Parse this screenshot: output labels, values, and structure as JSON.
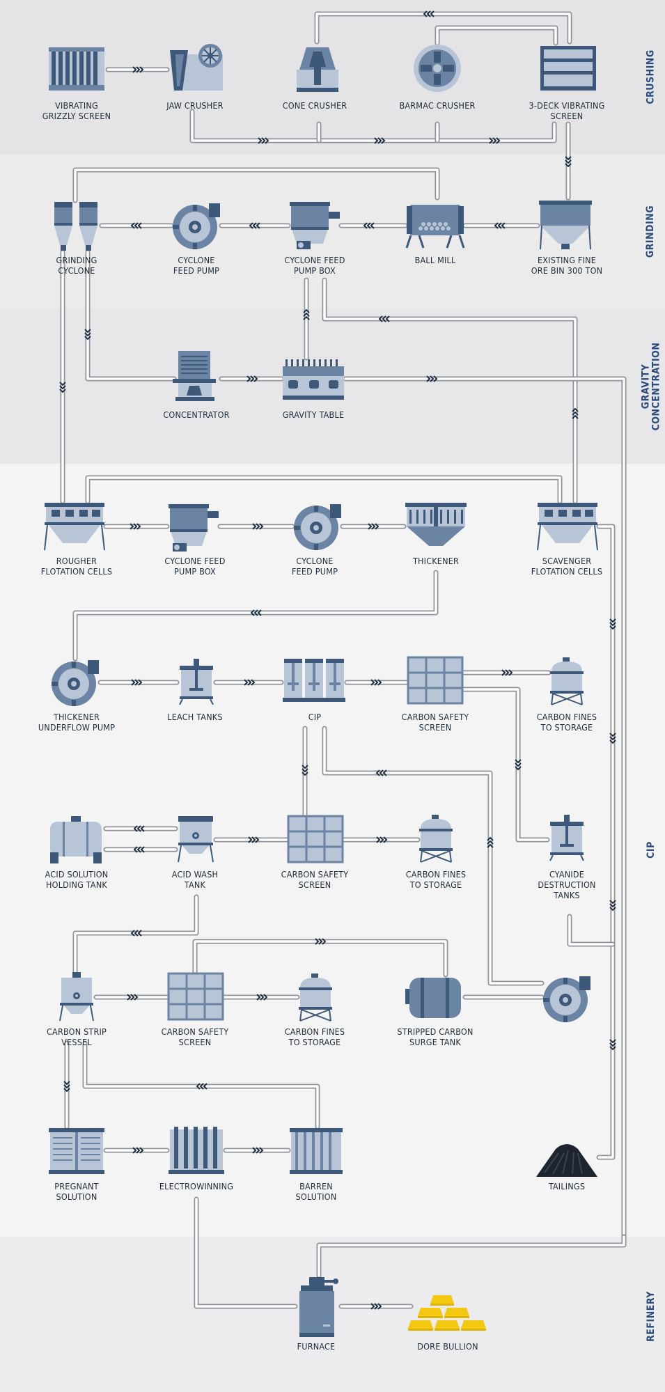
{
  "sections": {
    "crushing": "CRUSHING",
    "grinding": "GRINDING",
    "gravity": "GRAVITY\nCONCENTRATION",
    "cip": "CIP",
    "refinery": "REFINERY"
  },
  "colors": {
    "band_crushing": "#e4e4e6",
    "band_grinding": "#ebebec",
    "band_gravity": "#e7e7e9",
    "band_main": "#f4f4f5",
    "equipment_dark": "#3d5878",
    "equipment_mid": "#6b84a3",
    "equipment_light": "#b7c5d6",
    "pipe": "#8f9299",
    "label": "#1d2b3a",
    "section_label": "#2a4b7c",
    "gold": "#f2c811"
  },
  "equipment": {
    "vibrating_grizzly_screen": {
      "label": "VIBRATING\nGRIZZLY SCREEN",
      "icon": "screen-icon"
    },
    "jaw_crusher": {
      "label": "JAW CRUSHER",
      "icon": "jaw-crusher-icon"
    },
    "cone_crusher": {
      "label": "CONE CRUSHER",
      "icon": "cone-crusher-icon"
    },
    "barmac_crusher": {
      "label": "BARMAC CRUSHER",
      "icon": "barmac-crusher-icon"
    },
    "three_deck_screen": {
      "label": "3-DECK VIBRATING\nSCREEN",
      "icon": "screen-icon"
    },
    "grinding_cyclone": {
      "label": "GRINDING\nCYCLONE",
      "icon": "cyclone-icon"
    },
    "cyclone_feed_pump_1": {
      "label": "CYCLONE\nFEED PUMP",
      "icon": "pump-icon"
    },
    "cyclone_feed_pump_box_1": {
      "label": "CYCLONE FEED\nPUMP BOX",
      "icon": "pump-box-icon"
    },
    "ball_mill": {
      "label": "BALL MILL",
      "icon": "ball-mill-icon"
    },
    "fine_ore_bin": {
      "label": "EXISTING FINE\nORE BIN 300 TON",
      "icon": "ore-bin-icon"
    },
    "concentrator": {
      "label": "CONCENTRATOR",
      "icon": "concentrator-icon"
    },
    "gravity_table": {
      "label": "GRAVITY TABLE",
      "icon": "gravity-table-icon"
    },
    "rougher_flotation": {
      "label": "ROUGHER\nFLOTATION CELLS",
      "icon": "flotation-cells-icon"
    },
    "cyclone_feed_pump_box_2": {
      "label": "CYCLONE FEED\nPUMP BOX",
      "icon": "pump-box-icon"
    },
    "cyclone_feed_pump_2": {
      "label": "CYCLONE\nFEED PUMP",
      "icon": "pump-icon"
    },
    "thickener": {
      "label": "THICKENER",
      "icon": "thickener-icon"
    },
    "scavenger_flotation": {
      "label": "SCAVENGER\nFLOTATION CELLS",
      "icon": "flotation-cells-icon"
    },
    "thickener_underflow_pump": {
      "label": "THICKENER\nUNDERFLOW PUMP",
      "icon": "pump-icon"
    },
    "leach_tanks": {
      "label": "LEACH TANKS",
      "icon": "leach-tank-icon"
    },
    "cip": {
      "label": "CIP",
      "icon": "cip-tanks-icon"
    },
    "carbon_safety_screen_1": {
      "label": "CARBON SAFETY\nSCREEN",
      "icon": "safety-screen-icon"
    },
    "carbon_fines_1": {
      "label": "CARBON FINES\nTO STORAGE",
      "icon": "storage-tank-icon"
    },
    "acid_solution_tank": {
      "label": "ACID SOLUTION\nHOLDING TANK",
      "icon": "horizontal-tank-icon"
    },
    "acid_wash_tank": {
      "label": "ACID WASH\nTANK",
      "icon": "wash-tank-icon"
    },
    "carbon_safety_screen_2": {
      "label": "CARBON SAFETY\nSCREEN",
      "icon": "safety-screen-icon"
    },
    "carbon_fines_2": {
      "label": "CARBON FINES\nTO STORAGE",
      "icon": "storage-tank-icon"
    },
    "cyanide_destruction": {
      "label": "CYANIDE\nDESTRUCTION\nTANKS",
      "icon": "agitator-tank-icon"
    },
    "carbon_strip_vessel": {
      "label": "CARBON STRIP\nVESSEL",
      "icon": "strip-vessel-icon"
    },
    "carbon_safety_screen_3": {
      "label": "CARBON SAFETY\nSCREEN",
      "icon": "safety-screen-icon"
    },
    "carbon_fines_3": {
      "label": "CARBON FINES\nTO STORAGE",
      "icon": "storage-tank-icon"
    },
    "stripped_carbon_tank": {
      "label": "STRIPPED CARBON\nSURGE TANK",
      "icon": "horizontal-tank-icon"
    },
    "pregnant_solution": {
      "label": "PREGNANT\nSOLUTION",
      "icon": "solution-tank-icon"
    },
    "electrowinning": {
      "label": "ELECTROWINNING",
      "icon": "electrowinning-icon"
    },
    "barren_solution": {
      "label": "BARREN\nSOLUTION",
      "icon": "solution-tank-icon"
    },
    "tailings": {
      "label": "TAILINGS",
      "icon": "tailings-pile-icon"
    },
    "furnace": {
      "label": "FURNACE",
      "icon": "furnace-icon"
    },
    "dore_bullion": {
      "label": "DORE BULLION",
      "icon": "gold-bars-icon"
    }
  }
}
